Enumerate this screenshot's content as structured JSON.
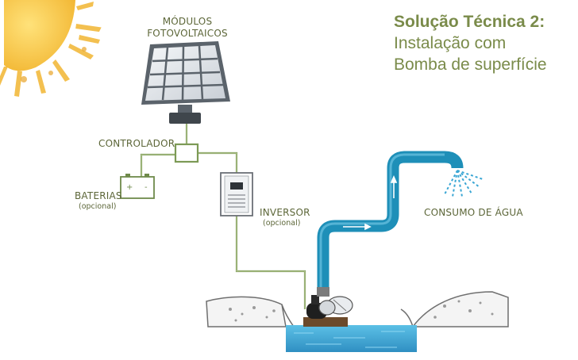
{
  "title": {
    "line1": "Solução Técnica 2:",
    "line2": "Instalação com",
    "line3": "Bomba de superfície"
  },
  "labels": {
    "modules_line1": "MÓDULOS",
    "modules_line2": "FOTOVOLTAICOS",
    "controller": "CONTROLADOR",
    "batteries": "BATERIAS",
    "batteries_note": "(opcional)",
    "inverter": "INVERSOR",
    "inverter_note": "(opcional)",
    "water": "CONSUMO DE ÁGUA"
  },
  "colors": {
    "title": "#7a8b4a",
    "label": "#5c6638",
    "cable": "#7c9a55",
    "pipe": "#1e8fb8",
    "water": "#3aa6d4",
    "sun": "#f2b632"
  },
  "icons": {
    "sun": "sun-icon",
    "panel": "solar-panel-icon",
    "controller": "controller-box-icon",
    "battery": "battery-icon",
    "inverter": "inverter-icon",
    "sprinkler": "water-spray-icon",
    "pump": "surface-pump-icon"
  }
}
